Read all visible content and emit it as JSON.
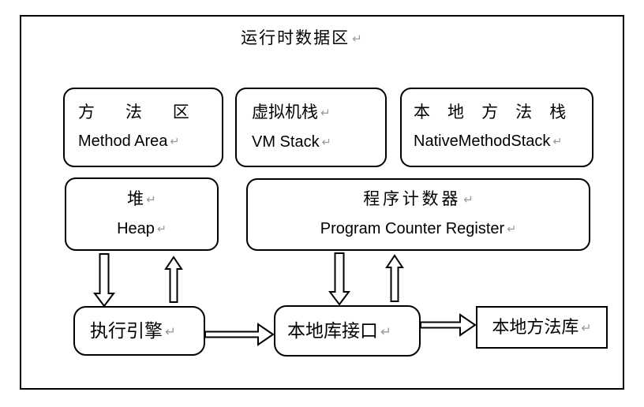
{
  "meta": {
    "return_mark": "↵",
    "colors": {
      "line": "#000000",
      "background": "#ffffff",
      "return_mark": "#999999"
    }
  },
  "title": {
    "zh": "运行时数据区"
  },
  "boxes": {
    "method_area": {
      "zh": "方法区",
      "en": "Method Area"
    },
    "vm_stack": {
      "zh": "虚拟机栈",
      "en": "VM Stack"
    },
    "native_method_stack": {
      "zh": "本地方法栈",
      "en": "NativeMethodStack"
    },
    "heap": {
      "zh": "堆",
      "en": "Heap"
    },
    "program_counter": {
      "zh": "程序计数器",
      "en": "Program Counter Register"
    },
    "execution_engine": {
      "zh": "执行引擎"
    },
    "native_interface": {
      "zh": "本地库接口"
    },
    "native_library": {
      "zh": "本地方法库"
    }
  },
  "arrows": [
    {
      "name": "heap-to-execution-engine",
      "direction": "down"
    },
    {
      "name": "execution-engine-to-heap",
      "direction": "up"
    },
    {
      "name": "program-counter-to-native-interface",
      "direction": "down"
    },
    {
      "name": "native-interface-to-program-counter",
      "direction": "up"
    },
    {
      "name": "execution-engine-to-native-interface",
      "direction": "right"
    },
    {
      "name": "native-interface-to-native-library",
      "direction": "right"
    }
  ]
}
